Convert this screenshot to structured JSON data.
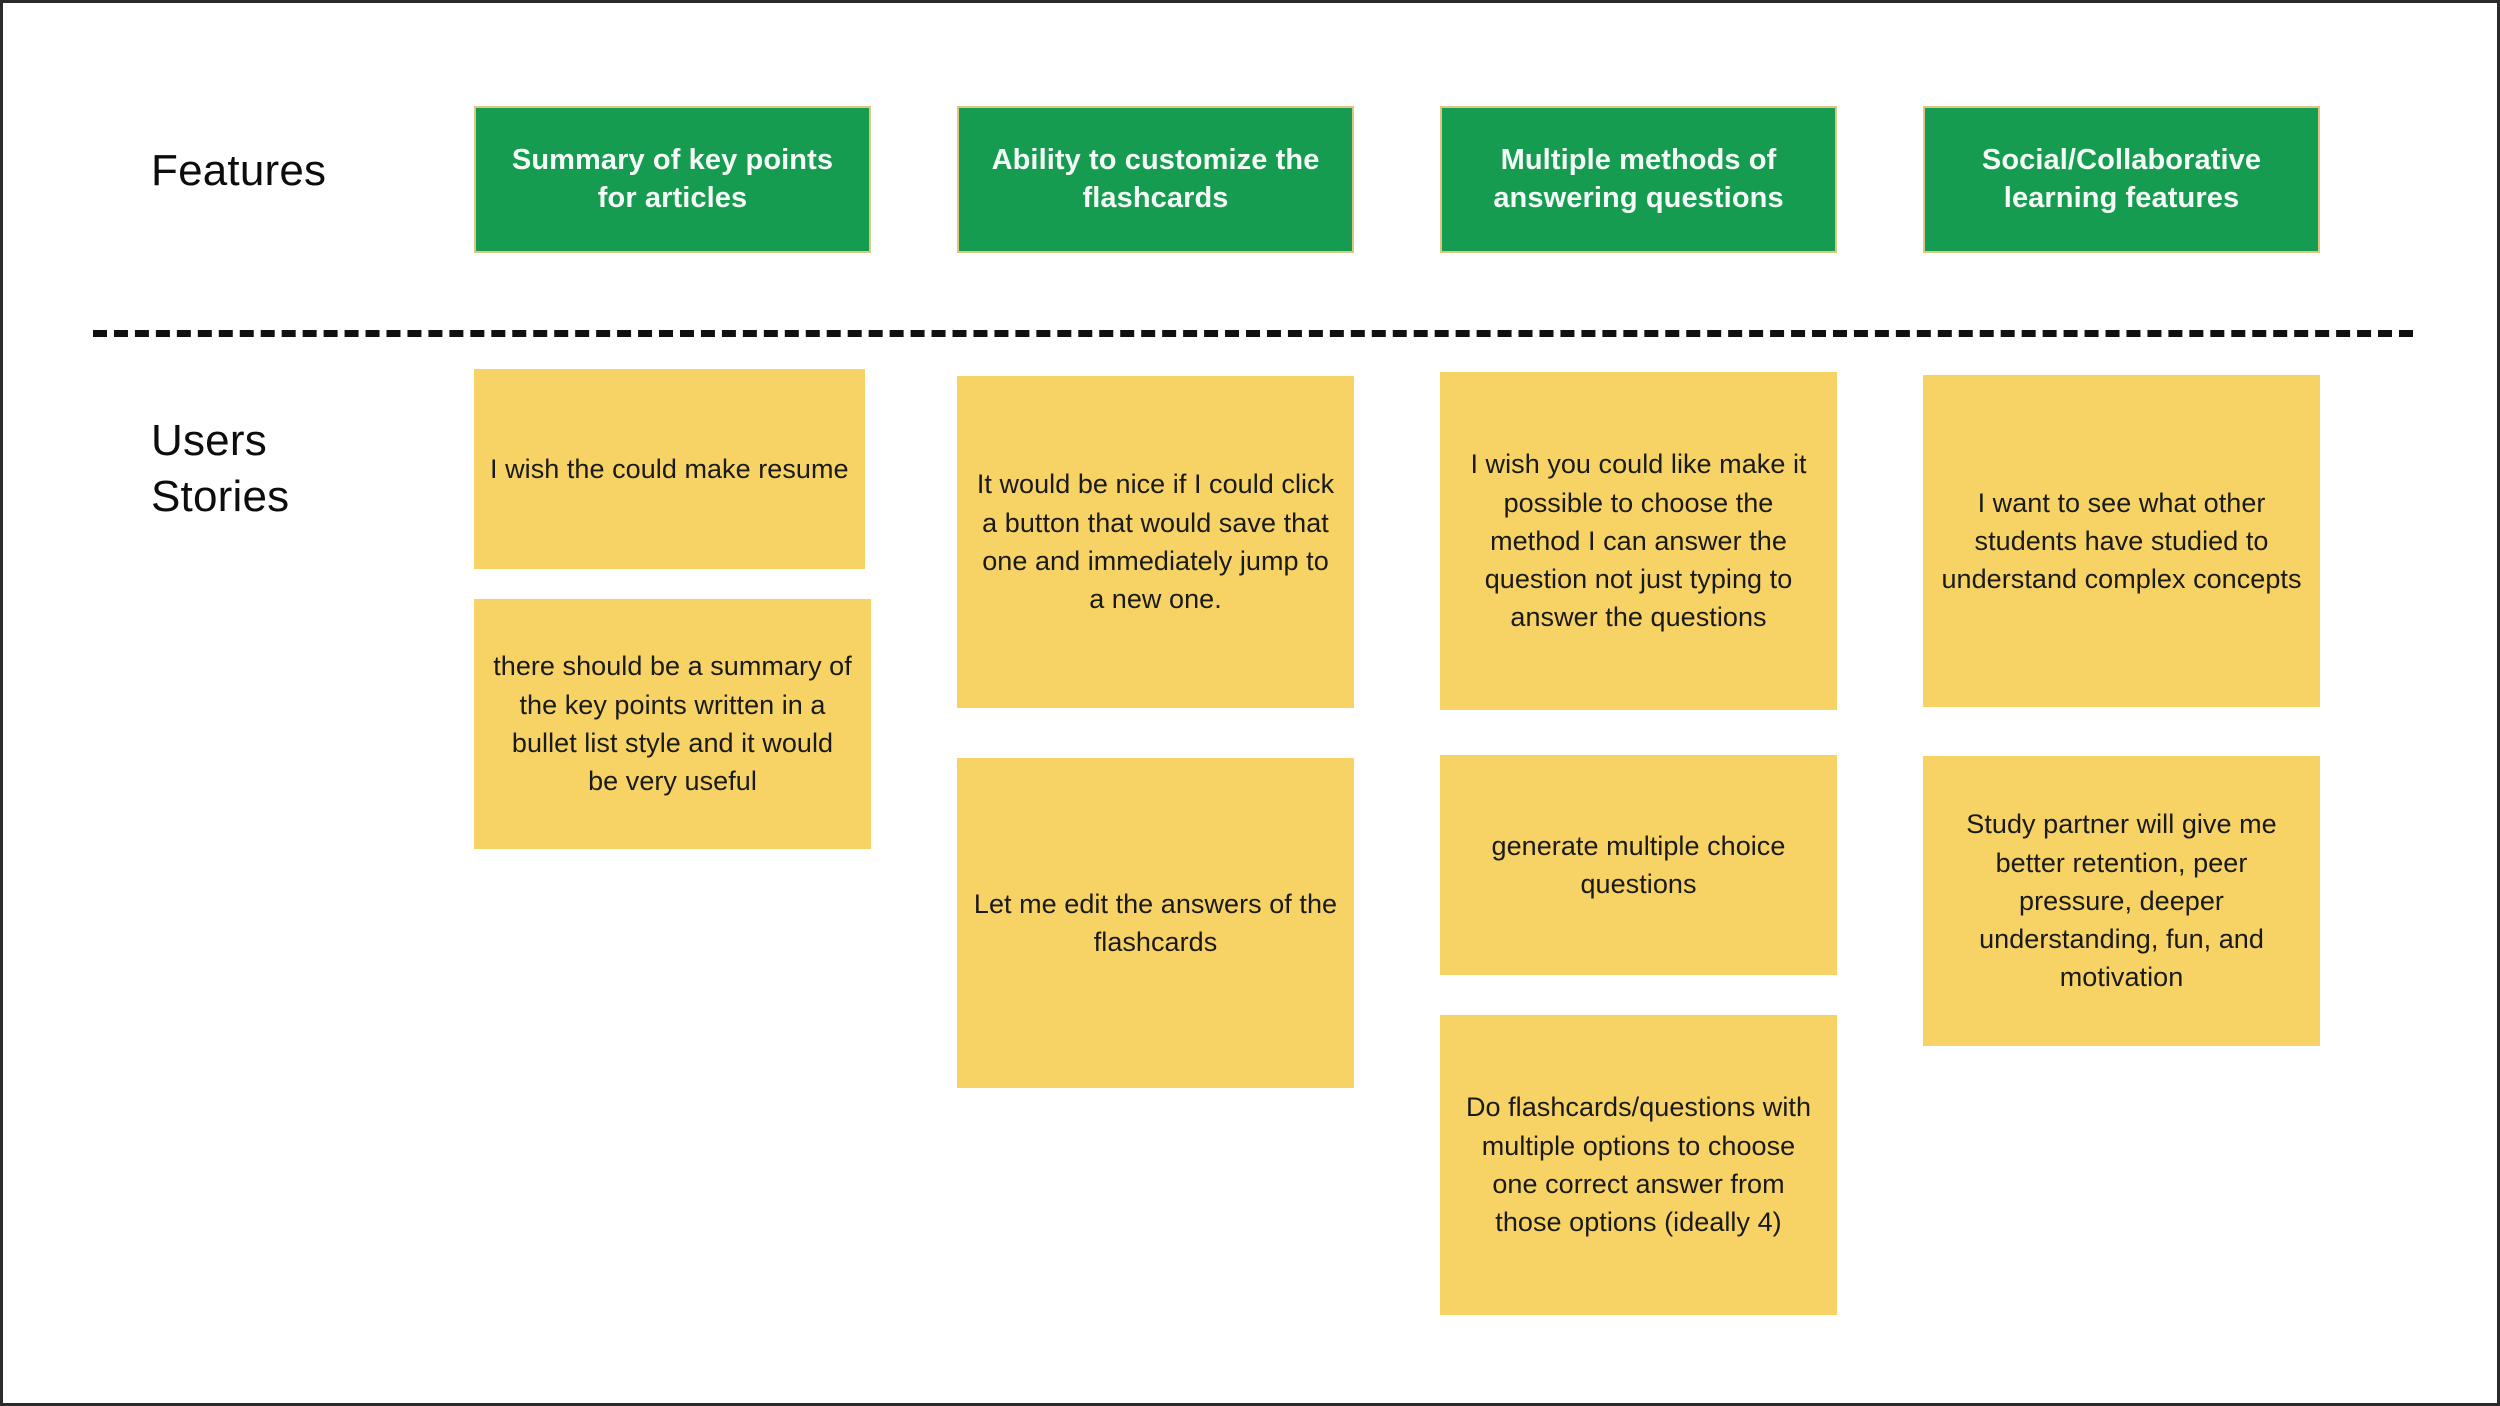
{
  "board": {
    "row_labels": {
      "features": "Features",
      "user_stories": "Users\nStories"
    },
    "colors": {
      "feature_card_bg": "#169C50",
      "feature_card_border": "#ddc584",
      "feature_card_text": "#f4fbf6",
      "story_card_bg": "#F6D364",
      "story_card_text": "#1a1a1a",
      "divider": "#111111",
      "board_border": "#2b2b2b",
      "background": "#ffffff"
    },
    "columns": [
      {
        "feature": "Summary of key points for articles",
        "stories": [
          "I wish the could make resume",
          "there should be a summary of the key points written in a bullet list style and it would  be very useful"
        ]
      },
      {
        "feature": "Ability to customize the flashcards",
        "stories": [
          "It would be nice if I could click a button that would save that one and immediately jump to a new one.",
          "Let me edit the answers of the flashcards"
        ]
      },
      {
        "feature": "Multiple methods of answering questions",
        "stories": [
          "I wish you could like make it possible to choose the method I can answer the question not just typing to answer the questions",
          "generate multiple choice questions",
          "Do flashcards/questions with multiple options to choose one correct answer from those options (ideally 4)"
        ]
      },
      {
        "feature": "Social/Collaborative learning features",
        "stories": [
          "I want to see what other students have studied to understand complex concepts",
          "Study partner will give me better retention, peer pressure, deeper understanding, fun, and motivation"
        ]
      }
    ]
  }
}
